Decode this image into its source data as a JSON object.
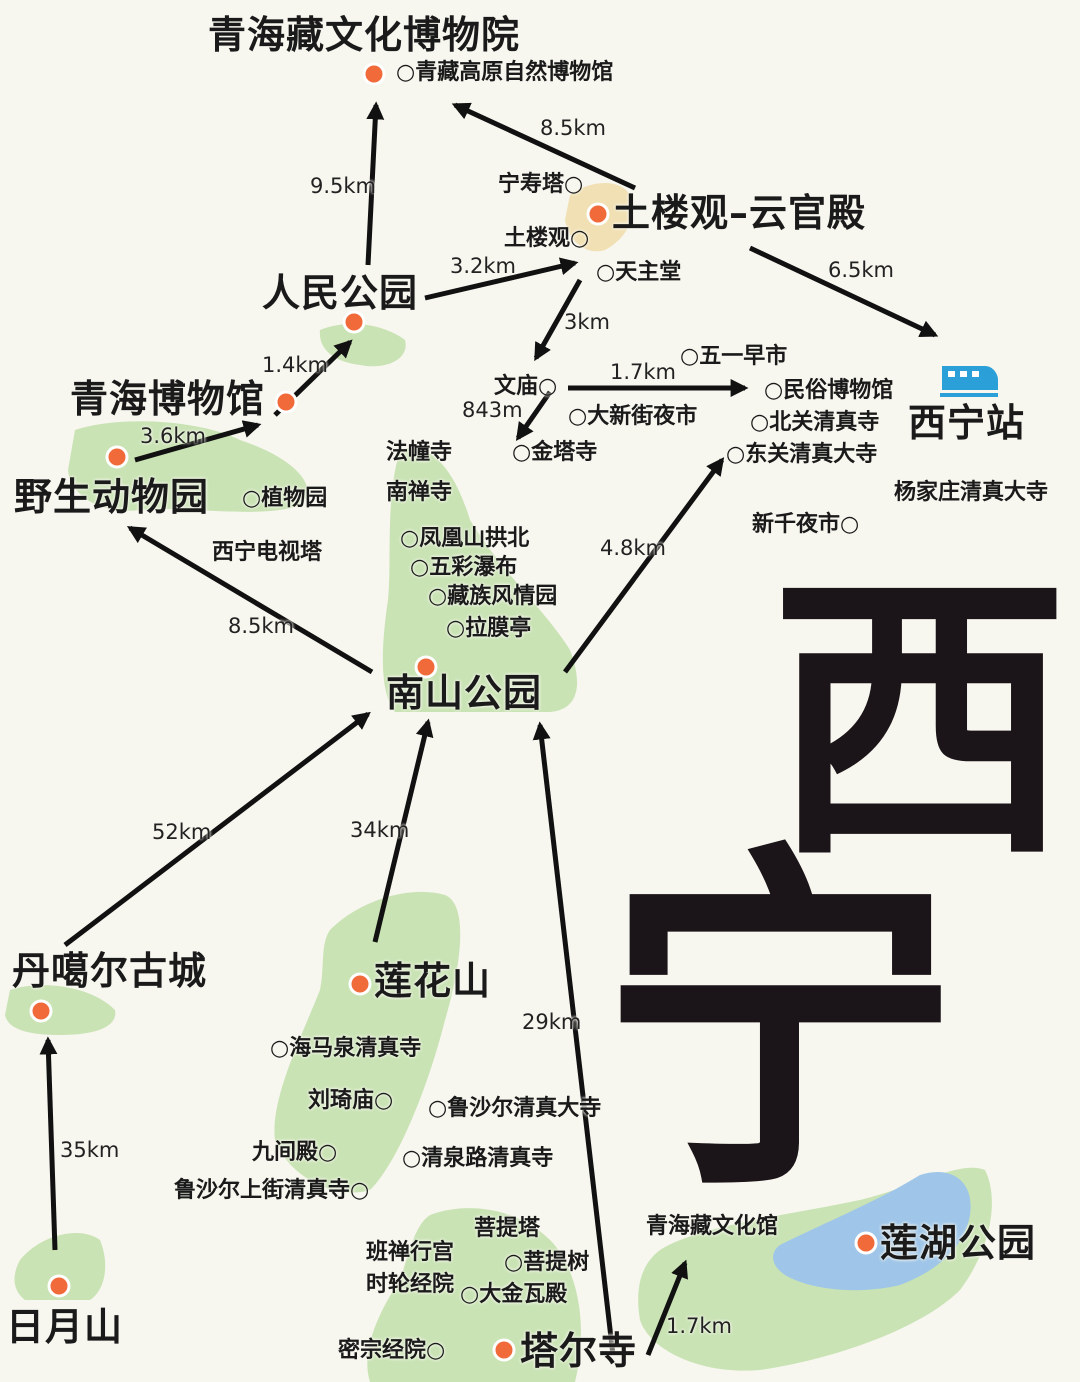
{
  "map": {
    "colors": {
      "background": "#f7f6ef",
      "park_green": "#c9e3b4",
      "lake_blue": "#9fc6e8",
      "hotspot": "#f06a3a",
      "arrow": "#111111",
      "calligraphy": "#1b1418",
      "station_icon": "#2a9fd8"
    },
    "main_places": {
      "qinghai_tibetan_museum": "青海藏文化博物院",
      "tulouguan": "土楼观–云官殿",
      "peoples_park": "人民公园",
      "qinghai_museum": "青海博物馆",
      "zoo": "野生动物园",
      "xining_station": "西宁站",
      "nanshan_park": "南山公园",
      "danger_town": "丹噶尔古城",
      "lianhua_mountain": "莲花山",
      "riyue_mountain": "日月山",
      "taer_temple": "塔尔寺",
      "lianhu_park": "莲湖公园"
    },
    "minor_places": {
      "plateau_museum": "青藏高原自然博物馆",
      "ningshou_pagoda": "宁寿塔",
      "tulouguan_small": "土楼观",
      "catholic_church": "天主堂",
      "wenmiao": "文庙",
      "altitude": "843m",
      "wuyi_market": "五一早市",
      "folk_museum": "民俗博物馆",
      "dexinjie_market": "大新街夜市",
      "beiguan_mosque": "北关清真寺",
      "jinta_temple": "金塔寺",
      "dongguan_mosque": "东关清真大寺",
      "fachuang_temple": "法幢寺",
      "nanchan_temple": "南禅寺",
      "yangjiazhuang_mosque": "杨家庄清真大寺",
      "botanical_garden": "植物园",
      "xinqian_market": "新千夜市",
      "tv_tower": "西宁电视塔",
      "fenghuang_gongbei": "凤凰山拱北",
      "wucai_waterfall": "五彩瀑布",
      "tibetan_garden": "藏族风情园",
      "lamo_pavilion": "拉膜亭",
      "haimaquan_mosque": "海马泉清真寺",
      "liuqi_temple": "刘琦庙",
      "lushaer_mosque": "鲁沙尔清真大寺",
      "jiujian_hall": "九间殿",
      "qingquanlu_mosque": "清泉路清真寺",
      "lushaer_upper_mosque": "鲁沙尔上街清真寺",
      "bodhi_pagoda": "菩提塔",
      "tibetan_culture_hall": "青海藏文化馆",
      "banchan_palace": "班禅行宫",
      "bodhi_tree": "菩提树",
      "kalachakra_college": "时轮经院",
      "golden_tile_hall": "大金瓦殿",
      "tantric_college": "密宗经院"
    },
    "distances": {
      "tulouguan_to_museum": "8.5km",
      "peoples_park_to_museum": "9.5km",
      "peoples_park_to_tulouguan": "3.2km",
      "tulouguan_to_station": "6.5km",
      "tulouguan_to_wenmiao": "3km",
      "qinghai_museum_to_peoples_park": "1.4km",
      "wenmiao_to_folk_museum": "1.7km",
      "zoo_to_qinghai_museum": "3.6km",
      "nanshan_to_dongguan": "4.8km",
      "nanshan_to_zoo": "8.5km",
      "danger_to_nanshan": "52km",
      "lianhua_to_nanshan": "34km",
      "taer_to_nanshan": "29km",
      "riyue_to_danger": "35km",
      "taer_to_culture_hall": "1.7km"
    },
    "calligraphy": {
      "xi": "西",
      "ning": "宁"
    },
    "icons": {
      "station": "train-icon",
      "hotspot": "hotspot-dot-icon",
      "minor": "minor-poi-circle-icon"
    }
  }
}
